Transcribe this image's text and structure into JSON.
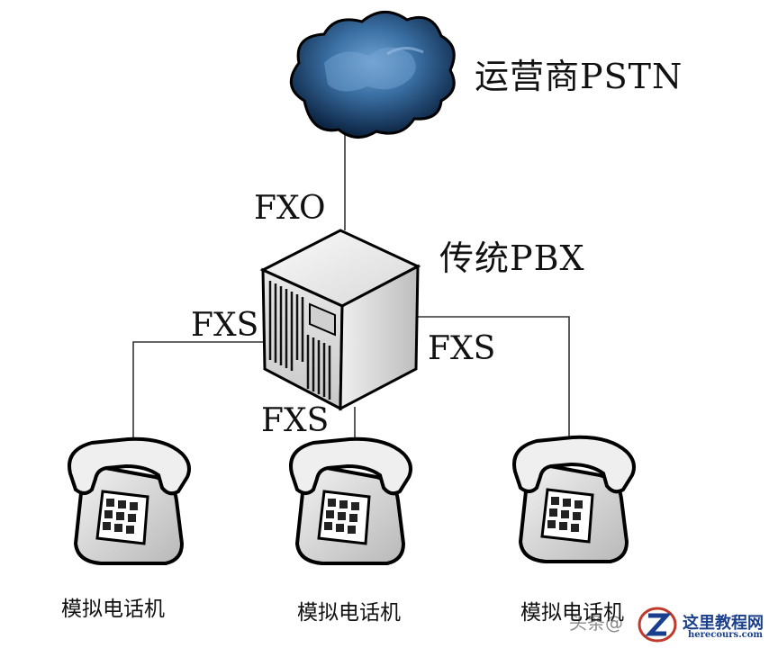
{
  "diagram": {
    "cloud_label": "运营商PSTN",
    "pbx_label": "传统PBX",
    "port_fxo": "FXO",
    "port_fxs_left": "FXS",
    "port_fxs_right": "FXS",
    "port_fxs_middle": "FXS",
    "phones": [
      {
        "label": "模拟电话机"
      },
      {
        "label": "模拟电话机"
      },
      {
        "label": "模拟电话机"
      }
    ]
  },
  "watermark": {
    "credit": "头条@",
    "site_name": "这里教程网",
    "site_url": "herecours.com"
  },
  "colors": {
    "line": "#333333",
    "cloud_dark": "#0d2a4a",
    "cloud_light": "#5e93c4",
    "brand": "#1a3f8c"
  }
}
